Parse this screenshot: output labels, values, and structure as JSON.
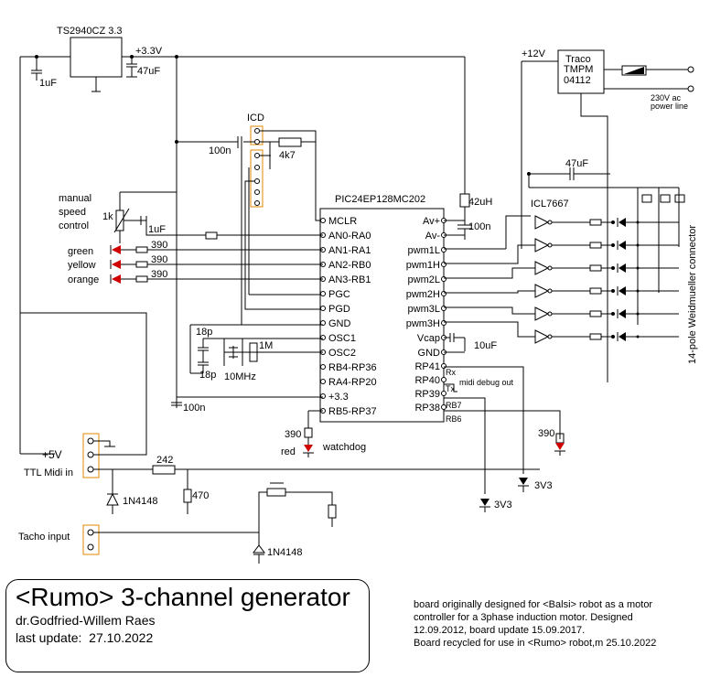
{
  "title": "<Rumo> 3-channel generator",
  "author": "dr.Godfried-Willem Raes",
  "last_update_label": "last update:",
  "last_update_date": "27.10.2022",
  "notes": [
    "board originally designed for <Balsi> robot as a motor",
    "controller for a 3phase induction motor. Designed",
    "12.09.2012, board update 15.09.2017.",
    "Board recycled for use in <Rumo> robot,m 25.10.2022"
  ],
  "regulator": {
    "name": "TS2940CZ 3.3",
    "out_label": "+3.3V",
    "cap_in": "1uF",
    "cap_out": "47uF"
  },
  "supply": {
    "v12": "+12V",
    "traco_line1": "Traco",
    "traco_line2": "TMPM",
    "traco_line3": "04112",
    "ac_line1": "230V ac",
    "ac_line2": "power line"
  },
  "icd_label": "ICD",
  "mcu": {
    "name": "PIC24EP128MC202",
    "left_pins": [
      "MCLR",
      "AN0-RA0",
      "AN1-RA1",
      "AN2-RB0",
      "AN3-RB1",
      "PGC",
      "PGD",
      "GND",
      "OSC1",
      "OSC2",
      "RB4-RP36",
      "RA4-RP20",
      "+3.3",
      "RB5-RP37"
    ],
    "right_pins": [
      "Av+",
      "Av-",
      "pwm1L",
      "pwm1H",
      "pwm2L",
      "pwm2H",
      "pwm3L",
      "pwm3H",
      "Vcap",
      "GND",
      "RP41",
      "RP40",
      "RP39",
      "RP38"
    ],
    "right_ext": [
      "Rx",
      "Tx",
      "RB7",
      "RB6"
    ]
  },
  "driver_label": "ICL7667",
  "connector_label": "14-pole Weidmueller connector",
  "components": {
    "r_mclr_pull": "4k7",
    "c_icd": "100n",
    "pot_label_1": "manual",
    "pot_label_2": "speed",
    "pot_label_3": "control",
    "pot_value": "1k",
    "pot_cap": "1uF",
    "led_green": "green",
    "led_yellow": "yellow",
    "led_orange": "orange",
    "led_r": "390",
    "xtal_c1": "18p",
    "xtal_c2": "18p",
    "xtal_r": "1M",
    "xtal": "10MHz",
    "decoup": "100n",
    "inductor": "42uH",
    "c_av": "100n",
    "c_bulk": "47uF",
    "c_vcap": "10uF",
    "midi_debug": "midi debug out",
    "wd_r": "390",
    "wd_led": "red",
    "wd_label": "watchdog",
    "rb6_r": "390",
    "v5": "+5V",
    "midi_in": "TTL Midi in",
    "r_midi": "242",
    "r_midi_pd": "470",
    "diode": "1N4148",
    "diode2": "1N4148",
    "zener1": "3V3",
    "zener2": "3V3",
    "tacho": "Tacho input"
  }
}
